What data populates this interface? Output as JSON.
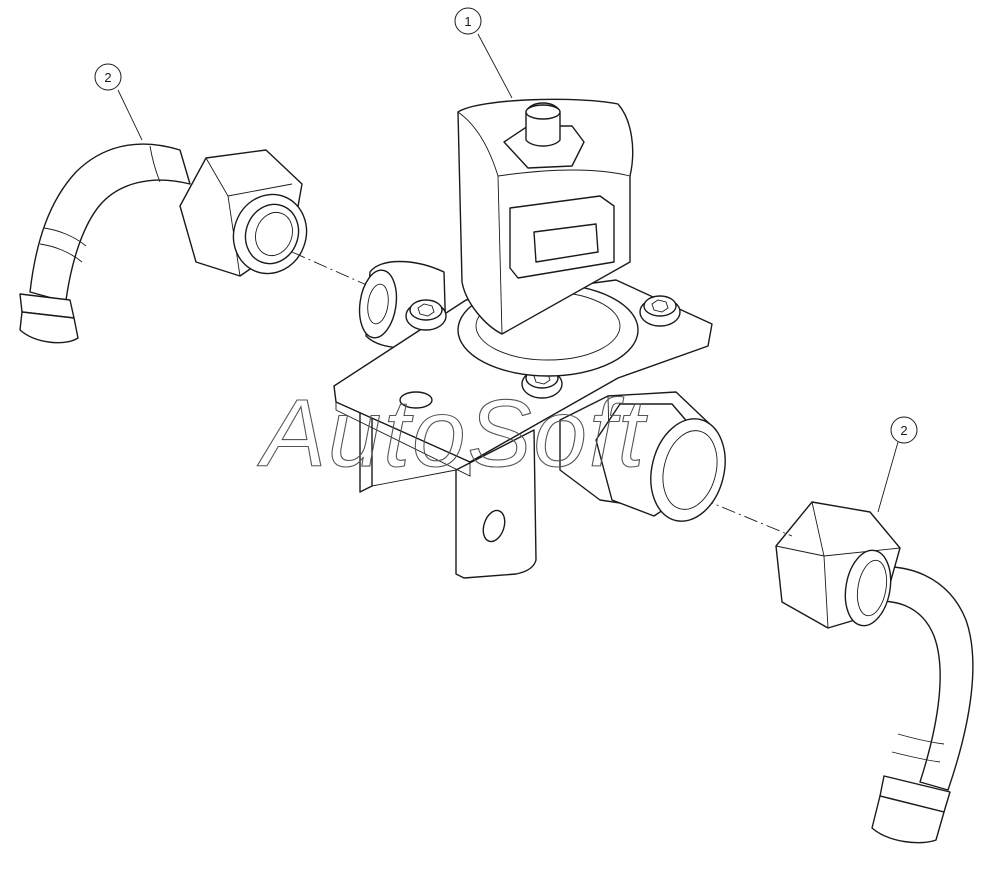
{
  "callouts": [
    {
      "id": "callout-1",
      "label": "1"
    },
    {
      "id": "callout-2-left",
      "label": "2"
    },
    {
      "id": "callout-2-right",
      "label": "2"
    }
  ],
  "watermark": {
    "text": "AutoSoft"
  }
}
